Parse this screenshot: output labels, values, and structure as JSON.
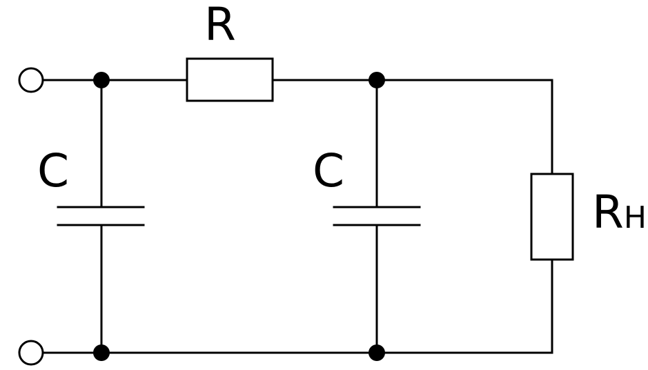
{
  "diagram": {
    "labels": {
      "series_resistor": "R",
      "capacitor_left": "C",
      "capacitor_right": "C",
      "load_resistor_main": "R",
      "load_resistor_sub": "H"
    },
    "colors": {
      "line": "#000000",
      "background": "#ffffff"
    }
  }
}
